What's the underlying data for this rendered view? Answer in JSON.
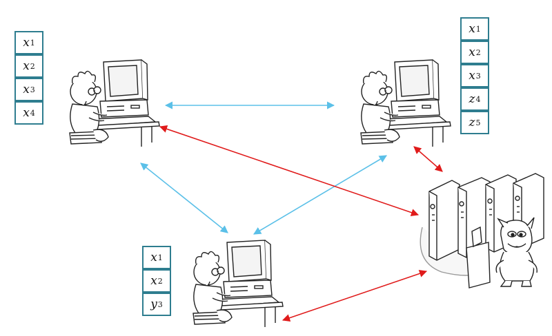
{
  "colors": {
    "stack_border": "#2e7d8f",
    "peer_link": "#5bc0e8",
    "server_link": "#e01b1b",
    "sketch": "#222222"
  },
  "icons": [
    "computer-user-icon",
    "server-rack-icon",
    "cartoon-devil-icon"
  ],
  "stacks": {
    "top_left": [
      {
        "v": "x",
        "s": "1"
      },
      {
        "v": "x",
        "s": "2"
      },
      {
        "v": "x",
        "s": "3"
      },
      {
        "v": "x",
        "s": "4"
      }
    ],
    "top_right": [
      {
        "v": "x",
        "s": "1"
      },
      {
        "v": "x",
        "s": "2"
      },
      {
        "v": "x",
        "s": "3"
      },
      {
        "v": "z",
        "s": "4"
      },
      {
        "v": "z",
        "s": "5"
      }
    ],
    "bottom": [
      {
        "v": "x",
        "s": "1"
      },
      {
        "v": "x",
        "s": "2"
      },
      {
        "v": "y",
        "s": "3"
      }
    ]
  }
}
